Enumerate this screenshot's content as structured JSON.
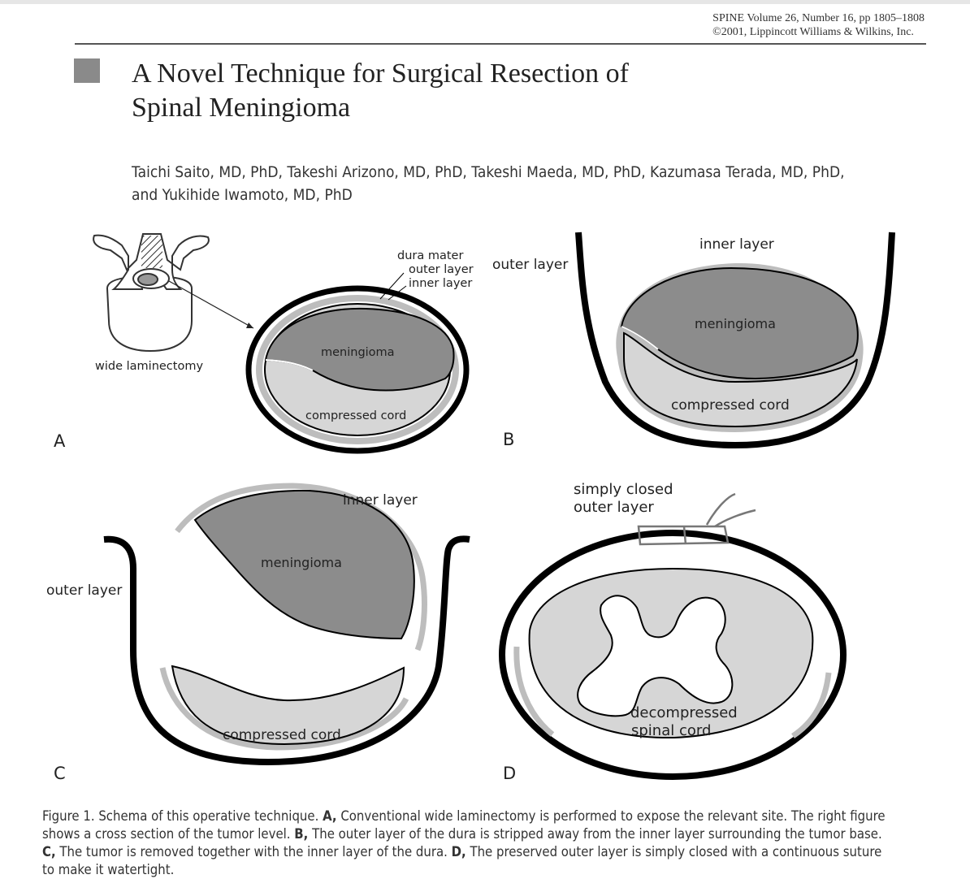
{
  "journal": {
    "line1": "SPINE Volume 26, Number 16, pp 1805–1808",
    "line2": "©2001, Lippincott Williams & Wilkins, Inc."
  },
  "title": {
    "line1": "A Novel Technique for Surgical Resection of",
    "line2": "Spinal Meningioma"
  },
  "authors": {
    "line1": "Taichi Saito, MD, PhD, Takeshi Arizono, MD, PhD, Takeshi Maeda, MD, PhD, Kazumasa Terada, MD, PhD,",
    "line2": "and Yukihide Iwamoto, MD, PhD"
  },
  "figure": {
    "panel_a": {
      "letter": "A",
      "wide_laminectomy": "wide laminectomy",
      "dura_mater": "dura mater",
      "outer_layer": "outer layer",
      "inner_layer": "inner layer",
      "meningioma": "meningioma",
      "compressed_cord": "compressed cord"
    },
    "panel_b": {
      "letter": "B",
      "outer_layer": "outer layer",
      "inner_layer": "inner layer",
      "meningioma": "meningioma",
      "compressed_cord": "compressed cord"
    },
    "panel_c": {
      "letter": "C",
      "outer_layer": "outer layer",
      "inner_layer": "inner layer",
      "meningioma": "meningioma",
      "compressed_cord": "compressed cord"
    },
    "panel_d": {
      "letter": "D",
      "simply_closed": "simply closed",
      "outer_layer": "outer layer",
      "decompressed": "decompressed",
      "spinal_cord": "spinal cord"
    }
  },
  "caption": {
    "prefix": "Figure 1.  Schema of this operative technique.",
    "a_label": "A,",
    "a_text": "Conventional wide laminectomy is performed to expose the relevant site. The right figure",
    "line2": "shows a cross section of the tumor level.",
    "b_label": "B,",
    "b_text": "The outer layer of the dura is stripped away from the inner layer surrounding the tumor base.",
    "c_label": "C,",
    "c_text": "The tumor is removed together with the inner layer of the dura.",
    "d_label": "D,",
    "d_text": "The preserved outer layer is simply closed with a continuous suture",
    "line4": "to make it watertight."
  },
  "colors": {
    "tumor": "#8c8c8c",
    "cord": "#d6d6d6",
    "inner_layer": "#bdbdbd",
    "outer_layer": "#000000",
    "suture": "#777777"
  }
}
